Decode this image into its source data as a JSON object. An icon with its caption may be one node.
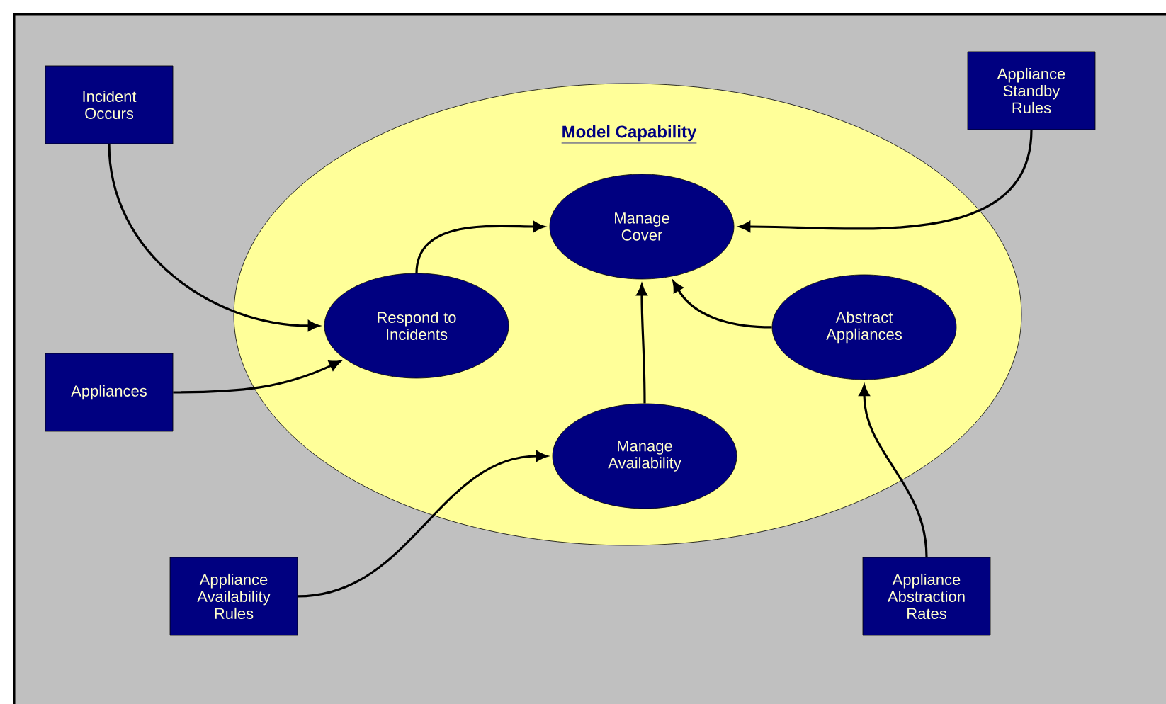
{
  "diagram": {
    "nodes": [
      {
        "text": [
          "Model Capability"
        ]
      },
      {
        "text": [
          "Manage Cover"
        ],
        "in": 0
      },
      {
        "text": [
          "Respond to Incidents"
        ],
        "in": 0
      },
      {
        "text": [
          "Abstract Appliances"
        ],
        "in": 0
      },
      {
        "text": [
          "Manage Availability"
        ],
        "in": 0
      },
      {
        "text": [
          "Incident Occurs"
        ]
      },
      {
        "text": [
          "Appliance Standby Rules"
        ]
      },
      {
        "text": [
          "Appliances"
        ]
      },
      {
        "text": [
          "Appliance Availability Rules"
        ]
      },
      {
        "text": [
          "Appliance Abstraction Rates"
        ]
      }
    ],
    "edges": [
      {
        "from": 5,
        "to": 2,
        "arrow": "to"
      },
      {
        "from": 7,
        "to": 2,
        "arrow": "to"
      },
      {
        "from": 2,
        "to": 1,
        "arrow": "to"
      },
      {
        "from": 6,
        "to": 1,
        "arrow": "to"
      },
      {
        "from": 3,
        "to": 1,
        "arrow": "to"
      },
      {
        "from": 4,
        "to": 1,
        "arrow": "to"
      },
      {
        "from": 8,
        "to": 4,
        "arrow": "to"
      },
      {
        "from": 9,
        "to": 3,
        "arrow": "to"
      }
    ]
  }
}
